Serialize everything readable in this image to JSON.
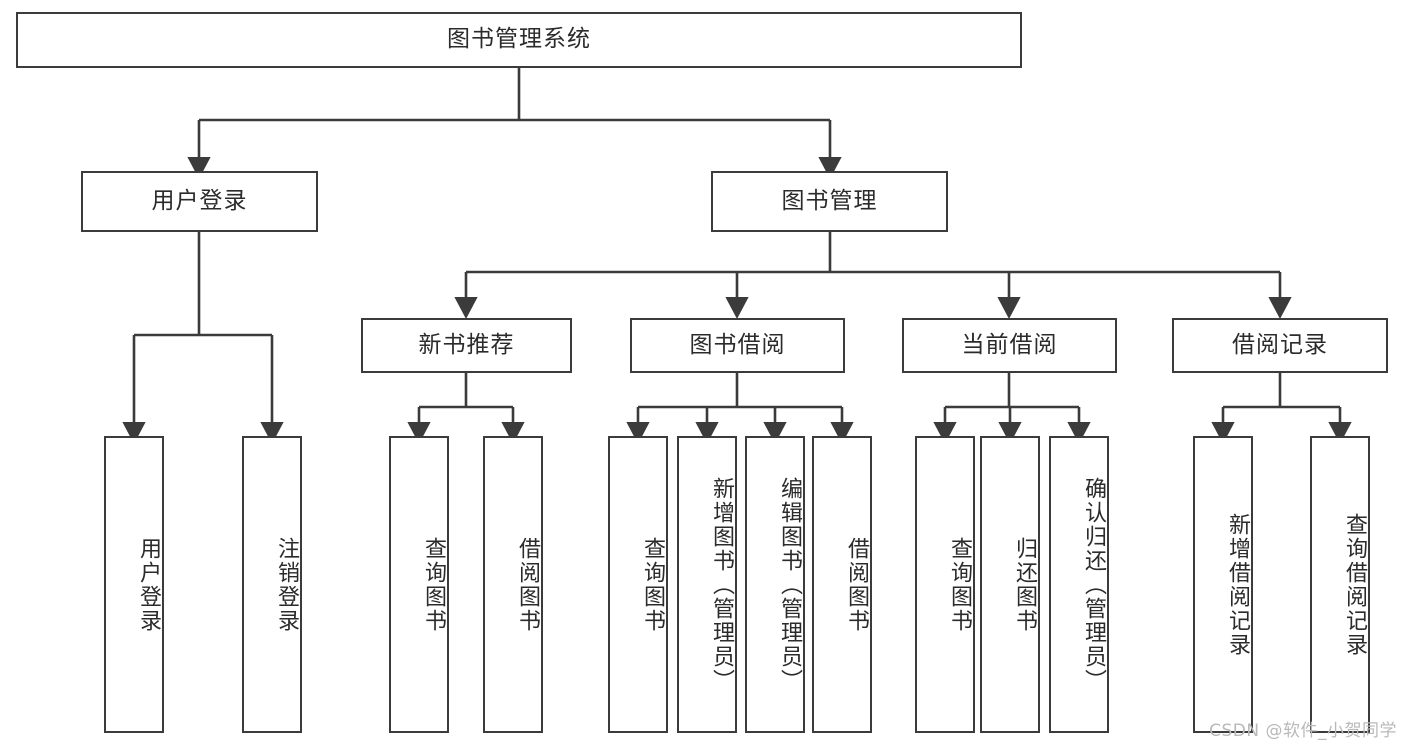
{
  "diagram": {
    "title": "图书管理系统",
    "type": "hierarchy-tree",
    "watermark": "CSDN @软件_小贺同学",
    "colors": {
      "border": "#3b3b3b",
      "background": "#ffffff",
      "text": "#2b2b2b",
      "watermark": "#b9b9b9"
    },
    "levels": {
      "root": {
        "label": "图书管理系统"
      },
      "level2": [
        {
          "label": "用户登录"
        },
        {
          "label": "图书管理"
        }
      ],
      "level3": [
        {
          "label": "新书推荐"
        },
        {
          "label": "图书借阅"
        },
        {
          "label": "当前借阅"
        },
        {
          "label": "借阅记录"
        }
      ],
      "leaves": {
        "user_login": [
          {
            "label": "用户登录"
          },
          {
            "label": "注销登录"
          }
        ],
        "new_book_recommend": [
          {
            "label": "查询图书"
          },
          {
            "label": "借阅图书"
          }
        ],
        "book_borrow": [
          {
            "label": "查询图书"
          },
          {
            "label": "新增图书（管理员）"
          },
          {
            "label": "编辑图书（管理员）"
          },
          {
            "label": "借阅图书"
          }
        ],
        "current_borrow": [
          {
            "label": "查询图书"
          },
          {
            "label": "归还图书"
          },
          {
            "label": "确认归还（管理员）"
          }
        ],
        "borrow_record": [
          {
            "label": "新增借阅记录"
          },
          {
            "label": "查询借阅记录"
          }
        ]
      }
    }
  }
}
